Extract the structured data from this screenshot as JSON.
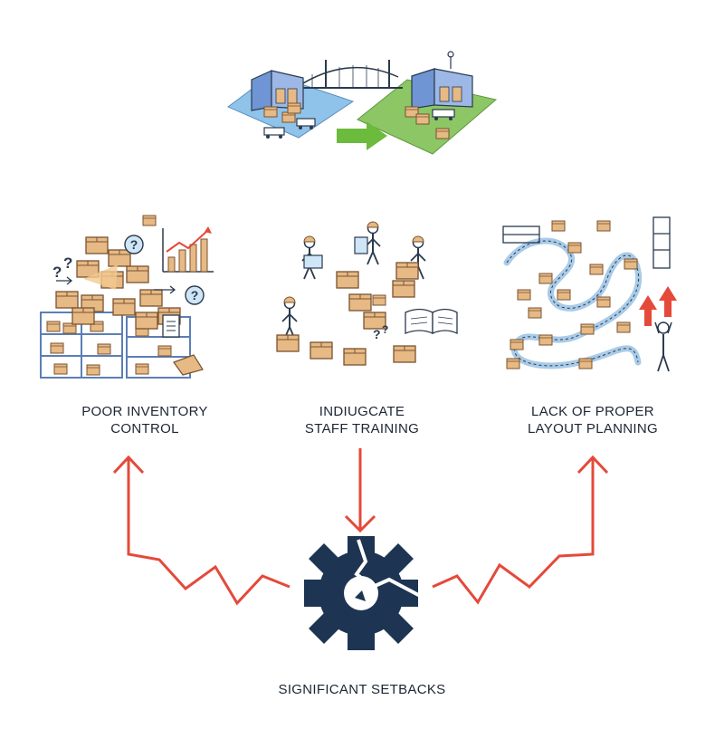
{
  "nodes": {
    "left": {
      "lines": [
        "POOR INVENTORY",
        "CONTROL"
      ]
    },
    "middle": {
      "lines": [
        "INDIUGCATE",
        "STAFF TRAINING"
      ]
    },
    "right": {
      "lines": [
        "LACK OF PROPER",
        "LAYOUT PLANNING"
      ]
    },
    "bottom": {
      "lines": [
        "SIGNIFICANT SETBACKS"
      ]
    }
  },
  "colors": {
    "arrow": "#e5493a",
    "gear": "#1d3552",
    "box": "#e6b985",
    "box_stroke": "#7a5330",
    "line": "#2a3a4e",
    "shelf": "#5b7fb5",
    "ground_blue": "#8fc3ea",
    "ground_green": "#8cc665",
    "transfer_arrow": "#6cbb3c",
    "question_fill": "#cfe6f7"
  },
  "icons": {
    "top": "warehouse-relocation-icon",
    "left": "inventory-chaos-icon",
    "middle": "staff-training-icon",
    "right": "layout-maze-icon",
    "bottom": "broken-gear-icon"
  }
}
